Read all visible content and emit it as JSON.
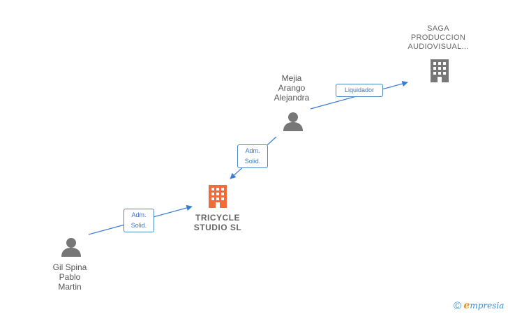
{
  "nodes": {
    "saga": {
      "label": "SAGA\nPRODUCCION\nAUDIOVISUAL...",
      "color": "#777777",
      "icon": "building-icon"
    },
    "mejia": {
      "label": "Mejia\nArango\nAlejandra",
      "color": "#777777",
      "icon": "person-icon"
    },
    "tricycle": {
      "label": "TRICYCLE\nSTUDIO  SL",
      "color": "#f26a3a",
      "icon": "building-icon"
    },
    "gil": {
      "label": "Gil Spina\nPablo\nMartin",
      "color": "#777777",
      "icon": "person-icon"
    }
  },
  "edges": {
    "mejia_saga": {
      "label": "Liquidador"
    },
    "mejia_tricycle": {
      "label": "Adm.\nSolid."
    },
    "gil_tricycle": {
      "label": "Adm.\nSolid."
    }
  },
  "colors": {
    "edge": "#3a7bd5",
    "label_border": "#4a86c8"
  },
  "brand": {
    "copyright": "©",
    "e": "e",
    "rest": "mpresia"
  }
}
